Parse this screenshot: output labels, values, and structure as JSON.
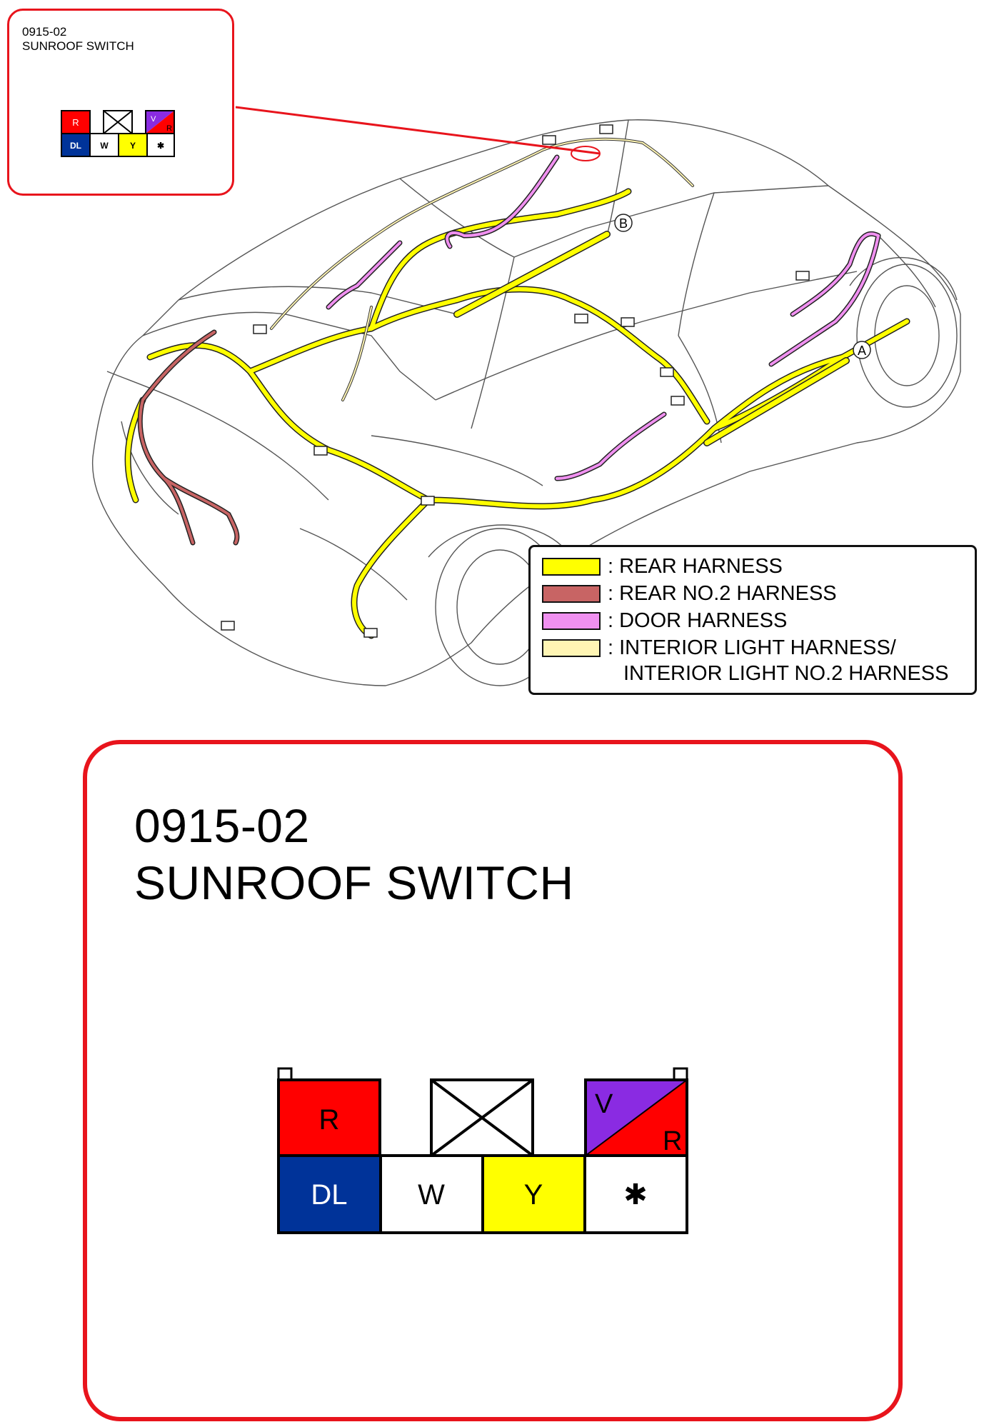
{
  "callout": {
    "code": "0915-02",
    "name": "SUNROOF SWITCH"
  },
  "markers": {
    "a": "A",
    "b": "B"
  },
  "legend": {
    "items": [
      {
        "prefix": ":",
        "label": "REAR HARNESS",
        "color": "#ffff00"
      },
      {
        "prefix": ":",
        "label": "REAR NO.2 HARNESS",
        "color": "#c86464"
      },
      {
        "prefix": ":",
        "label": "DOOR HARNESS",
        "color": "#f090f0"
      },
      {
        "prefix": ":",
        "label": "INTERIOR LIGHT HARNESS/",
        "label2": "INTERIOR LIGHT NO.2 HARNESS",
        "color": "#fff5b4"
      }
    ]
  },
  "connector": {
    "top_row": [
      {
        "label": "R",
        "color": "#ff0000"
      },
      {
        "label": "",
        "type": "blank"
      },
      {
        "label": "V",
        "label2": "R",
        "color": "#8a2be2",
        "color2": "#ff0000"
      }
    ],
    "bottom_row": [
      {
        "label": "DL",
        "color": "#003399",
        "text_color": "#ffffff"
      },
      {
        "label": "W",
        "color": "#ffffff"
      },
      {
        "label": "Y",
        "color": "#ffff00"
      },
      {
        "label": "✱",
        "color": "#ffffff"
      }
    ]
  },
  "colors": {
    "accent_red": "#e8141c",
    "rear_harness": "#ffff00",
    "rear_no2_harness": "#c86464",
    "door_harness": "#f090f0",
    "interior_light_harness": "#fff5b4"
  }
}
